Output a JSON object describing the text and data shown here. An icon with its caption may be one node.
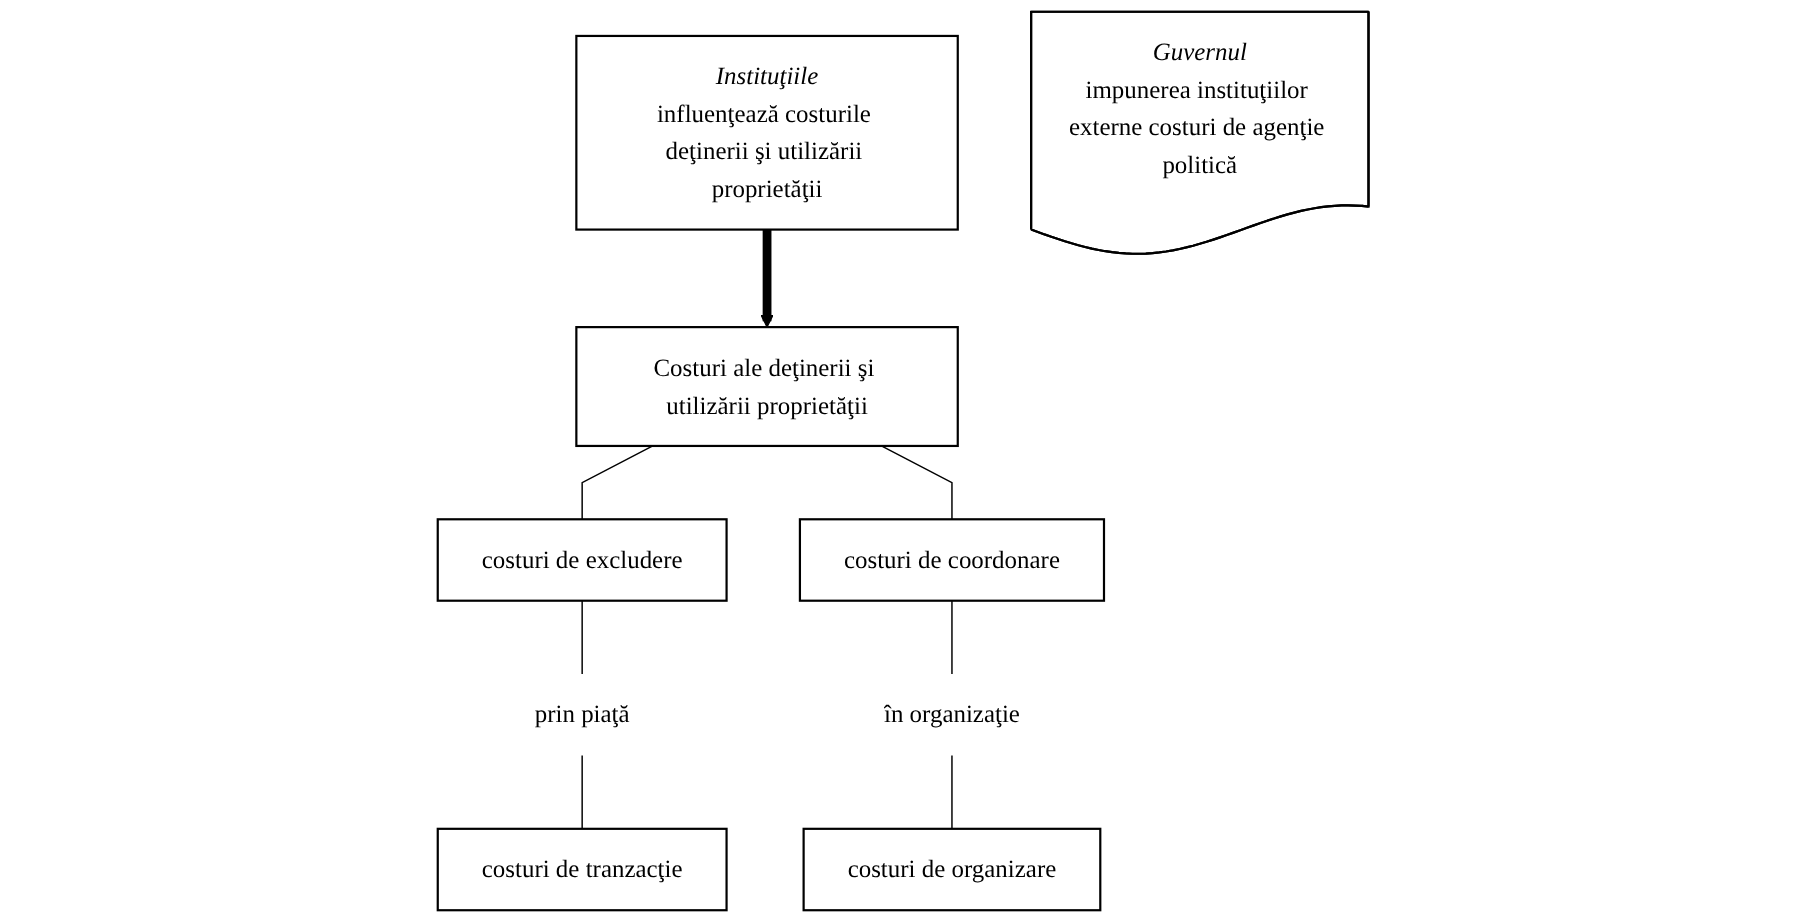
{
  "diagram": {
    "nodes": [
      {
        "text": [
          "Costuri ale deţinerii şi utilizării proprietăţii"
        ]
      },
      {
        "text": [
          "Instituţiile",
          "influenţează costurile deţinerii şi utilizării proprietăţii"
        ]
      },
      {
        "text": [
          "costuri de excludere"
        ]
      },
      {
        "text": [
          "costuri de coordonare"
        ]
      },
      {
        "text": [
          "prin piaţă"
        ]
      },
      {
        "text": [
          "în organizaţie"
        ]
      },
      {
        "text": [
          "costuri de tranzacţie"
        ]
      },
      {
        "text": [
          "costuri de organizare"
        ]
      },
      {
        "text": [
          "Guvernul",
          "impunerea instituţiilor externe costuri de agenţie politică"
        ]
      }
    ],
    "edges": [
      {
        "from": 1,
        "to": 0,
        "arrow": "to",
        "style": "thick"
      },
      {
        "from": 0,
        "to": 2,
        "arrow": "none"
      },
      {
        "from": 0,
        "to": 3,
        "arrow": "none"
      },
      {
        "from": 2,
        "to": 4,
        "arrow": "none"
      },
      {
        "from": 4,
        "to": 6,
        "arrow": "none"
      },
      {
        "from": 3,
        "to": 5,
        "arrow": "none"
      },
      {
        "from": 5,
        "to": 7,
        "arrow": "none"
      }
    ]
  }
}
